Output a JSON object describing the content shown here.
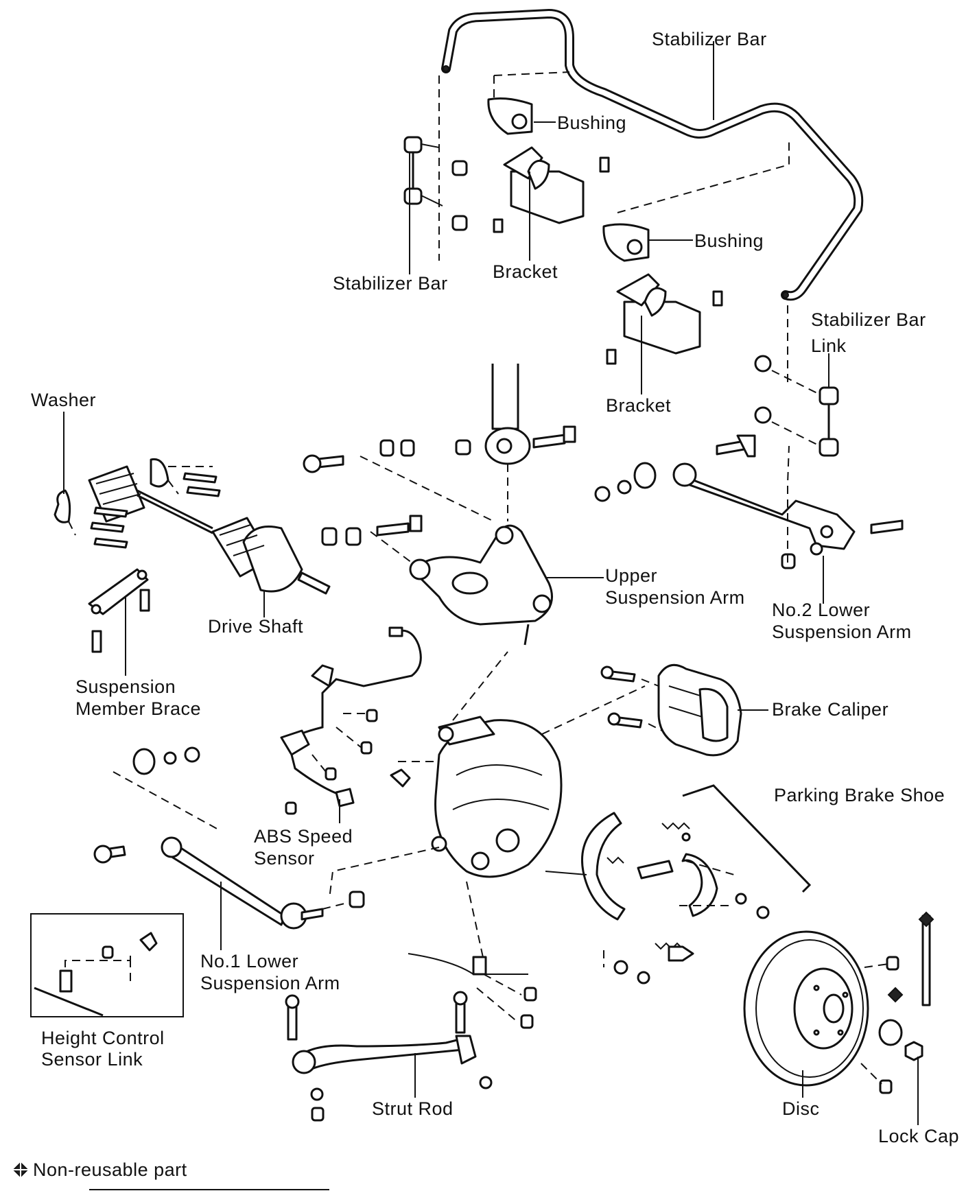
{
  "labels": {
    "stabilizer_bar_top": "Stabilizer Bar",
    "bushing_1": "Bushing",
    "bushing_2": "Bushing",
    "stabilizer_bar_left": "Stabilizer Bar",
    "bracket_1": "Bracket",
    "bracket_2": "Bracket",
    "stabilizer_bar_link_1": "Stabilizer Bar",
    "stabilizer_bar_link_2": "Link",
    "washer": "Washer",
    "upper_arm_1": "Upper",
    "upper_arm_2": "Suspension Arm",
    "no2_lower_1": "No.2 Lower",
    "no2_lower_2": "Suspension Arm",
    "drive_shaft": "Drive Shaft",
    "member_brace_1": "Suspension",
    "member_brace_2": "Member Brace",
    "brake_caliper": "Brake Caliper",
    "parking_brake_shoe": "Parking Brake Shoe",
    "abs_1": "ABS Speed",
    "abs_2": "Sensor",
    "no1_lower_1": "No.1 Lower",
    "no1_lower_2": "Suspension Arm",
    "height_ctrl_1": "Height Control",
    "height_ctrl_2": "Sensor Link",
    "strut_rod": "Strut Rod",
    "disc": "Disc",
    "lock_cap": "Lock Cap"
  },
  "legend": {
    "icon": "diamond-icon",
    "text": "Non-reusable part"
  }
}
